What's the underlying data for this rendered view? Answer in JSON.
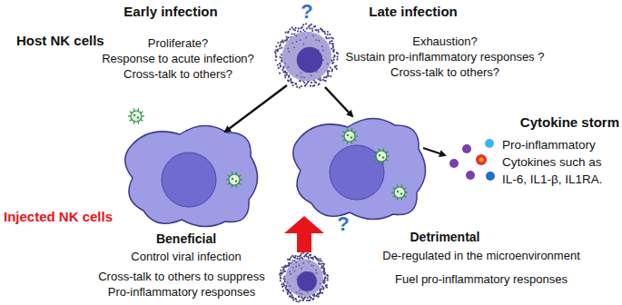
{
  "diagram": {
    "labels": [
      "Early infection",
      "?",
      "Late infection",
      "Host NK cells",
      "Proliferate?",
      "Response to acute infection?",
      "Cross-talk to others?",
      "Exhaustion?",
      "Sustain pro-inflammatory responses ?",
      "Cross-talk to others?",
      "Cytokine storm",
      "Pro-inflammatory Cytokines such as IL-6, IL1-β, IL1RA.",
      "Injected NK cells",
      "Beneficial",
      "?",
      "Detrimental",
      "Control viral infection",
      "De-regulated in the microenvironment",
      "Cross-talk to others to suppress Pro-inflammatory responses",
      "Fuel pro-inflammatory responses"
    ]
  }
}
